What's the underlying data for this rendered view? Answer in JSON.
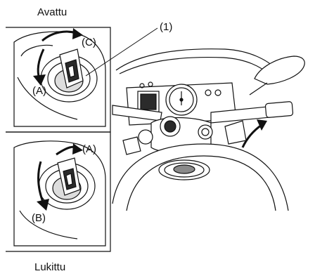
{
  "labels": {
    "top_caption": "Avattu",
    "bottom_caption": "Lukittu",
    "callout_1": "(1)",
    "callout_c": "(C)",
    "callout_a_top": "(A)",
    "callout_a_bottom": "(A)",
    "callout_b": "(B)"
  },
  "colors": {
    "line": "#111111",
    "fill_dark": "#2b2b2b",
    "fill_mid": "#8a8a8a",
    "fill_light": "#ffffff"
  }
}
